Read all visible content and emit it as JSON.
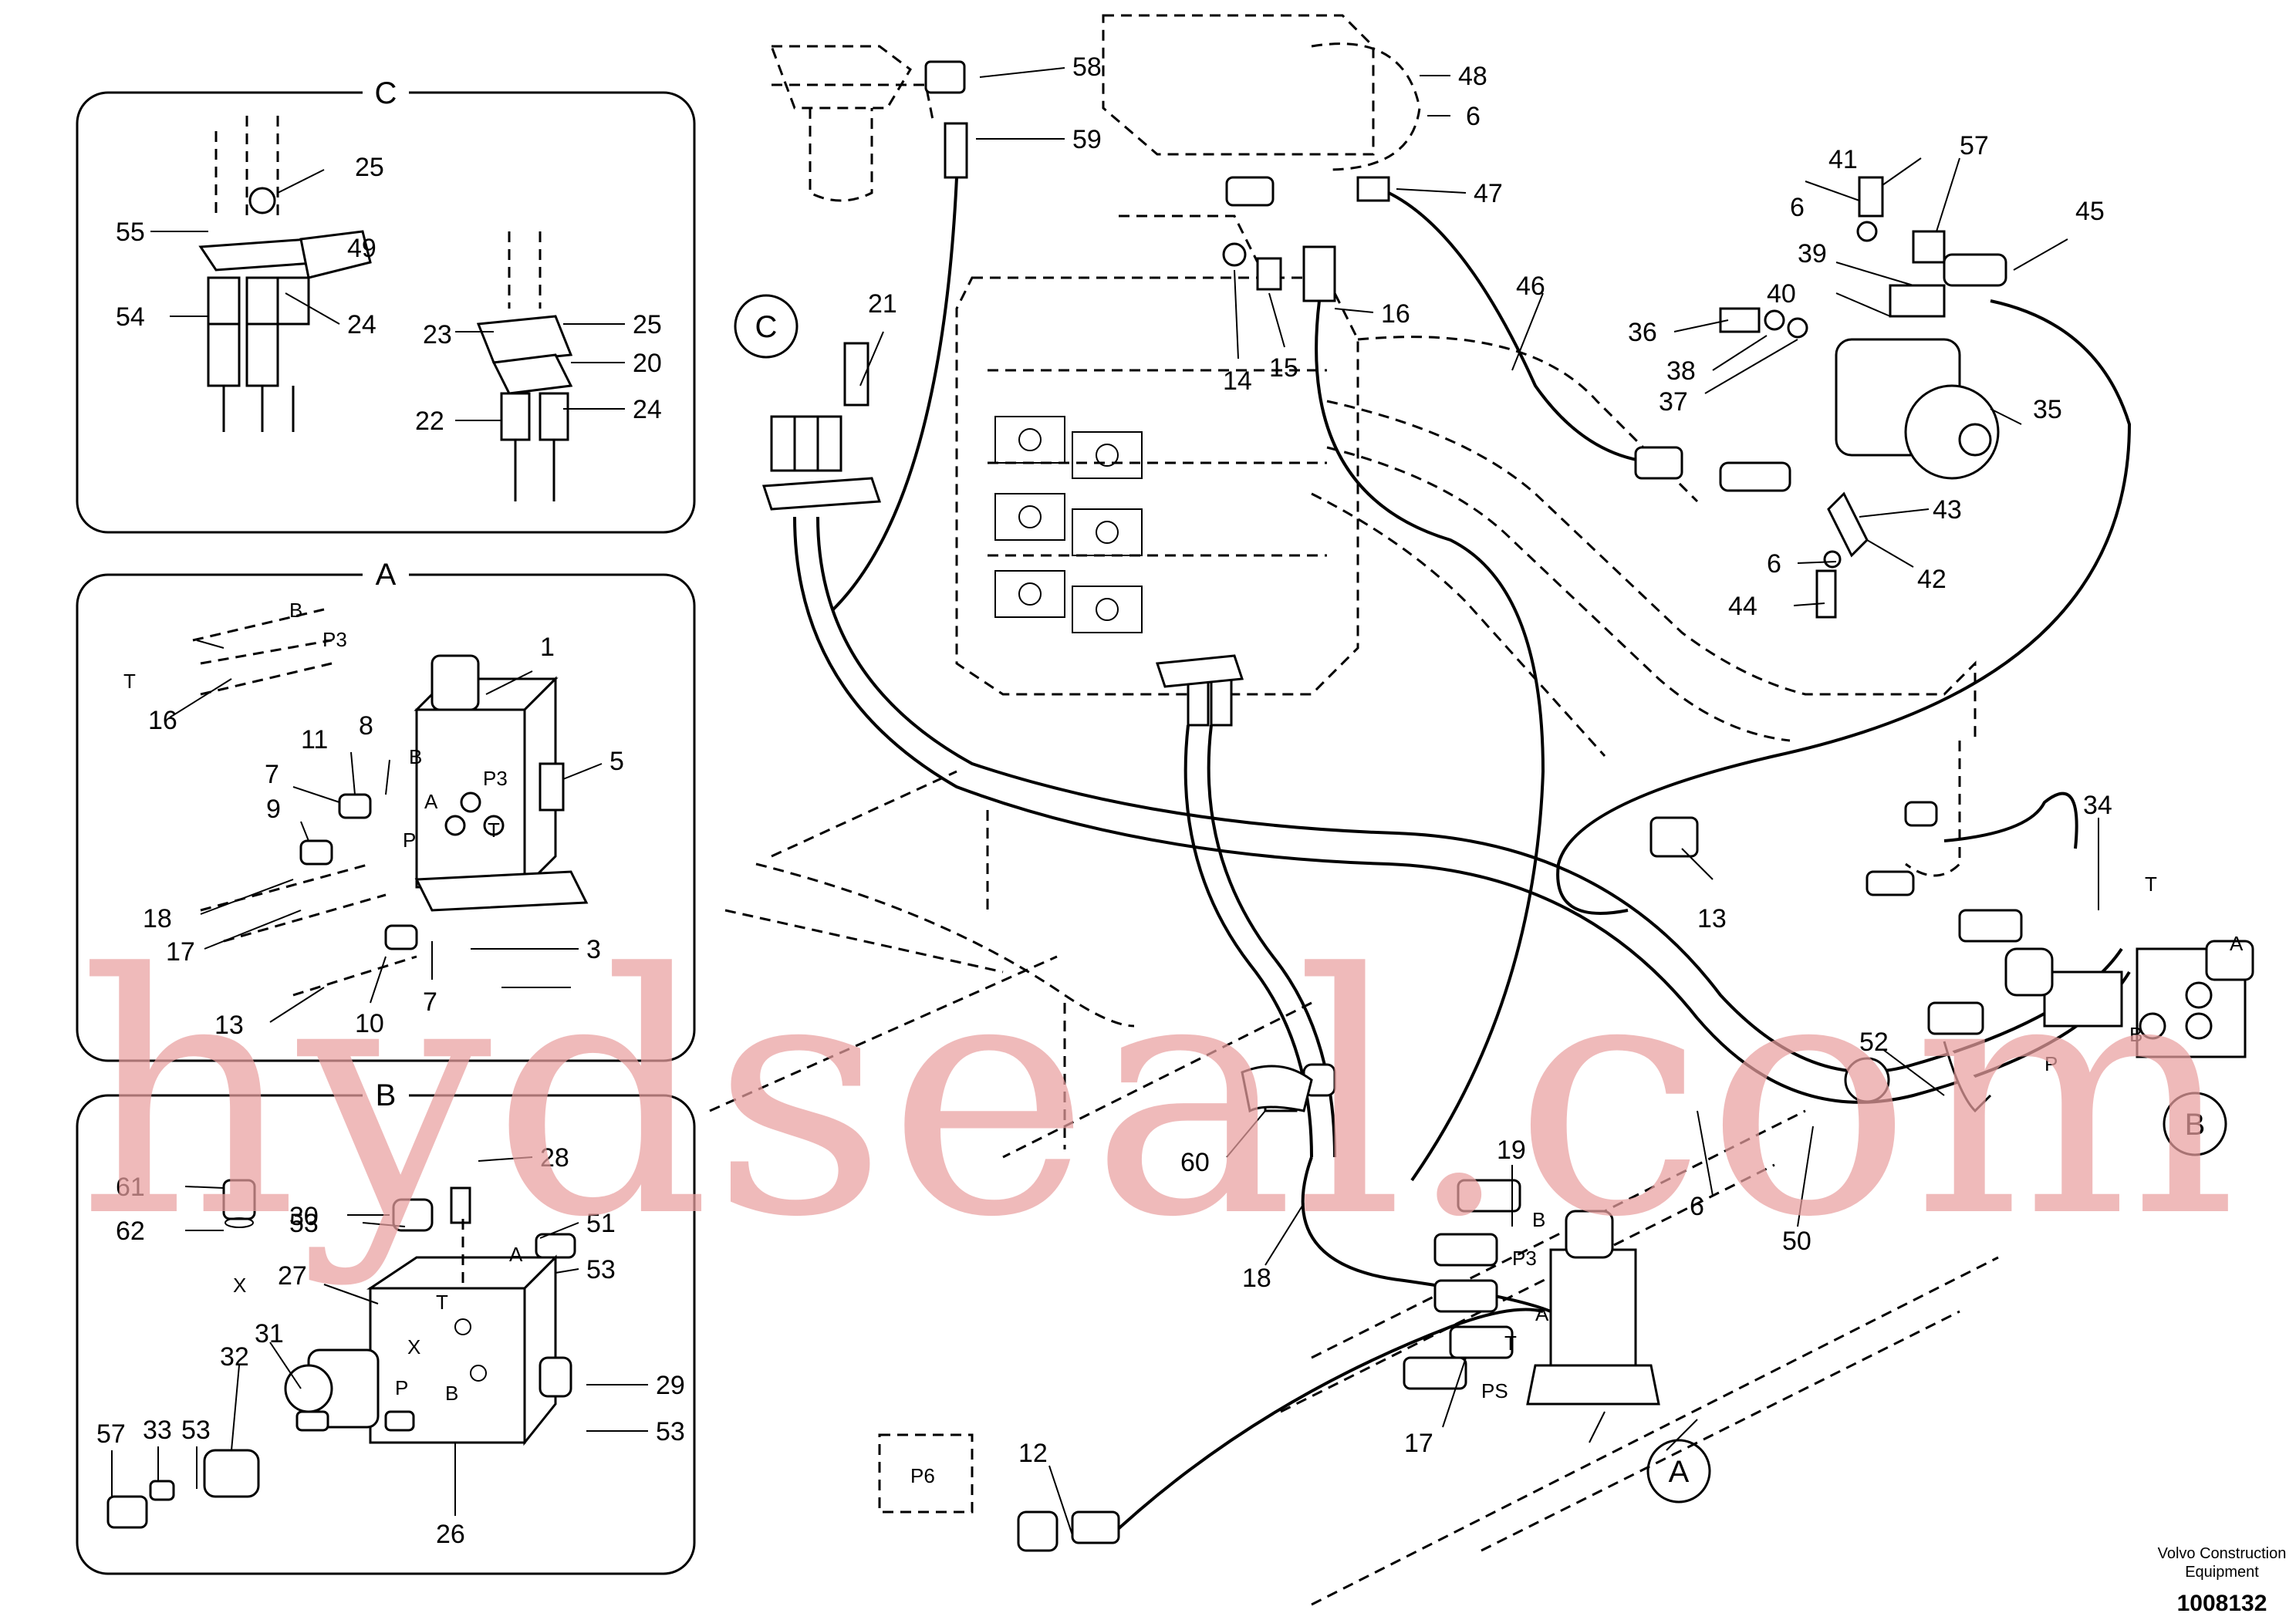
{
  "insets": [
    {
      "id": "C",
      "title": "C"
    },
    {
      "id": "A",
      "title": "A"
    },
    {
      "id": "B",
      "title": "B"
    }
  ],
  "callouts": [
    {
      "id": "c25a",
      "text": "25"
    },
    {
      "id": "c55",
      "text": "55"
    },
    {
      "id": "c49",
      "text": "49"
    },
    {
      "id": "c54",
      "text": "54"
    },
    {
      "id": "c24a",
      "text": "24"
    },
    {
      "id": "c25b",
      "text": "25"
    },
    {
      "id": "c23",
      "text": "23"
    },
    {
      "id": "c20",
      "text": "20"
    },
    {
      "id": "c22",
      "text": "22"
    },
    {
      "id": "c24b",
      "text": "24"
    },
    {
      "id": "a1",
      "text": "1"
    },
    {
      "id": "a16",
      "text": "16"
    },
    {
      "id": "a11",
      "text": "11"
    },
    {
      "id": "a8",
      "text": "8"
    },
    {
      "id": "a7a",
      "text": "7"
    },
    {
      "id": "a5",
      "text": "5"
    },
    {
      "id": "a9",
      "text": "9"
    },
    {
      "id": "a18",
      "text": "18"
    },
    {
      "id": "a17",
      "text": "17"
    },
    {
      "id": "a3",
      "text": "3"
    },
    {
      "id": "a13",
      "text": "13"
    },
    {
      "id": "a10",
      "text": "10"
    },
    {
      "id": "a7b",
      "text": "7"
    },
    {
      "id": "b61",
      "text": "61"
    },
    {
      "id": "b30",
      "text": "30"
    },
    {
      "id": "b28",
      "text": "28"
    },
    {
      "id": "b62",
      "text": "62"
    },
    {
      "id": "b53a",
      "text": "53"
    },
    {
      "id": "b51",
      "text": "51"
    },
    {
      "id": "b53b",
      "text": "53"
    },
    {
      "id": "b27",
      "text": "27"
    },
    {
      "id": "b31",
      "text": "31"
    },
    {
      "id": "b32",
      "text": "32"
    },
    {
      "id": "b29",
      "text": "29"
    },
    {
      "id": "b53c",
      "text": "53"
    },
    {
      "id": "b57",
      "text": "57"
    },
    {
      "id": "b33",
      "text": "33"
    },
    {
      "id": "b53d",
      "text": "53"
    },
    {
      "id": "b26",
      "text": "26"
    },
    {
      "id": "m58",
      "text": "58"
    },
    {
      "id": "m59",
      "text": "59"
    },
    {
      "id": "m48",
      "text": "48"
    },
    {
      "id": "m6a",
      "text": "6"
    },
    {
      "id": "m47",
      "text": "47"
    },
    {
      "id": "m41",
      "text": "41"
    },
    {
      "id": "m57",
      "text": "57"
    },
    {
      "id": "m6b",
      "text": "6"
    },
    {
      "id": "m45",
      "text": "45"
    },
    {
      "id": "m46",
      "text": "46"
    },
    {
      "id": "m39",
      "text": "39"
    },
    {
      "id": "m40",
      "text": "40"
    },
    {
      "id": "m36",
      "text": "36"
    },
    {
      "id": "m38",
      "text": "38"
    },
    {
      "id": "m37",
      "text": "37"
    },
    {
      "id": "m35",
      "text": "35"
    },
    {
      "id": "m21",
      "text": "21"
    },
    {
      "id": "m16",
      "text": "16"
    },
    {
      "id": "m14",
      "text": "14"
    },
    {
      "id": "m15",
      "text": "15"
    },
    {
      "id": "m43",
      "text": "43"
    },
    {
      "id": "m6c",
      "text": "6"
    },
    {
      "id": "m42",
      "text": "42"
    },
    {
      "id": "m44",
      "text": "44"
    },
    {
      "id": "m13",
      "text": "13"
    },
    {
      "id": "m34",
      "text": "34"
    },
    {
      "id": "m52",
      "text": "52"
    },
    {
      "id": "m60",
      "text": "60"
    },
    {
      "id": "m19",
      "text": "19"
    },
    {
      "id": "m18",
      "text": "18"
    },
    {
      "id": "m50",
      "text": "50"
    },
    {
      "id": "m6d",
      "text": "6"
    },
    {
      "id": "m12",
      "text": "12"
    },
    {
      "id": "m17",
      "text": "17"
    }
  ],
  "port_labels": [
    {
      "id": "pa_B",
      "text": "B"
    },
    {
      "id": "pa_P3",
      "text": "P3"
    },
    {
      "id": "pa_A",
      "text": "A"
    },
    {
      "id": "pa_T",
      "text": "T"
    },
    {
      "id": "pa_P",
      "text": "P"
    },
    {
      "id": "pa_hB",
      "text": "B"
    },
    {
      "id": "pa_hP3",
      "text": "P3"
    },
    {
      "id": "pa_hT",
      "text": "T"
    },
    {
      "id": "pb_X1",
      "text": "X"
    },
    {
      "id": "pb_A",
      "text": "A"
    },
    {
      "id": "pb_T",
      "text": "T"
    },
    {
      "id": "pb_X2",
      "text": "X"
    },
    {
      "id": "pb_P",
      "text": "P"
    },
    {
      "id": "pb_B",
      "text": "B"
    },
    {
      "id": "pm_B",
      "text": "B"
    },
    {
      "id": "pm_P3",
      "text": "P3"
    },
    {
      "id": "pm_A",
      "text": "A"
    },
    {
      "id": "pm_T",
      "text": "T"
    },
    {
      "id": "pm_PS",
      "text": "PS"
    },
    {
      "id": "pm_P6",
      "text": "P6"
    },
    {
      "id": "pm_vT",
      "text": "T"
    },
    {
      "id": "pm_vA",
      "text": "A"
    },
    {
      "id": "pm_vB",
      "text": "B"
    },
    {
      "id": "pm_vP",
      "text": "P"
    }
  ],
  "circle_refs": [
    {
      "id": "refC",
      "text": "C"
    },
    {
      "id": "refA",
      "text": "A"
    },
    {
      "id": "refB",
      "text": "B"
    }
  ],
  "watermark": "hydseal.com",
  "footer": {
    "brand_line1": "Volvo Construction",
    "brand_line2": "Equipment",
    "doc_number": "1008132"
  }
}
